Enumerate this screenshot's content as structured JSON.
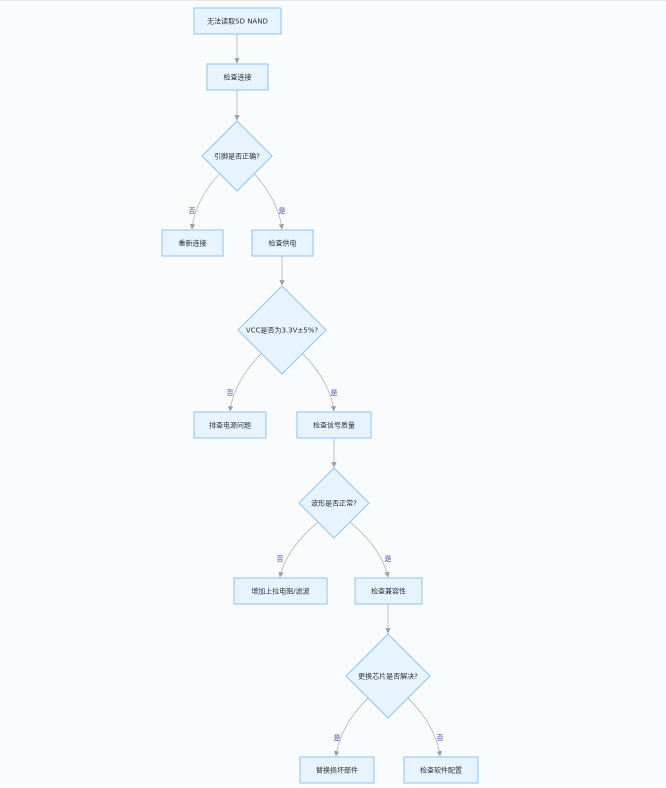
{
  "nodes": {
    "start": "无法读取SD NAND",
    "check_connection": "检查连接",
    "pin_ok": "引脚是否正确?",
    "reconnect": "重新连接",
    "check_power": "检查供电",
    "vcc_ok": "VCC是否为3.3V±5%?",
    "power_issue": "排查电源问题",
    "check_signal": "检查信号质量",
    "waveform_ok": "波形是否正常?",
    "add_pullup": "增加上拉电阻/滤波",
    "check_compat": "检查兼容性",
    "replace_chip_ok": "更换芯片是否解决?",
    "replace_part": "替换损坏部件",
    "check_software": "检查软件配置"
  },
  "edge_labels": {
    "pin_no": "否",
    "pin_yes": "是",
    "vcc_no": "否",
    "vcc_yes": "是",
    "wave_no": "否",
    "wave_yes": "是",
    "chip_yes": "是",
    "chip_no": "否"
  },
  "colors": {
    "node_fill": "#e8f4fd",
    "node_stroke": "#8ec5ef",
    "edge": "#b9bcc2",
    "edge_label": "#4b4bb0"
  }
}
